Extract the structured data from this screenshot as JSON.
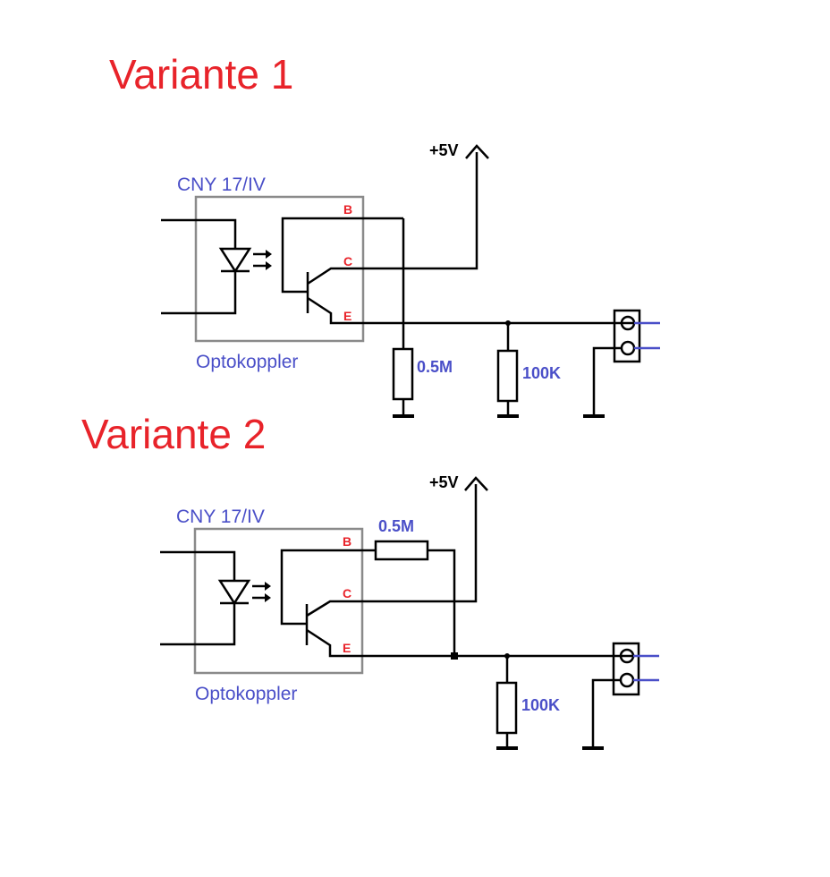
{
  "variant1": {
    "title": "Variante 1",
    "supply": "+5V",
    "chip": "CNY 17/IV",
    "module": "Optokoppler",
    "pin_b": "B",
    "pin_c": "C",
    "pin_e": "E",
    "r_base": "0.5M",
    "r_load": "100K"
  },
  "variant2": {
    "title": "Variante 2",
    "supply": "+5V",
    "chip": "CNY 17/IV",
    "module": "Optokoppler",
    "pin_b": "B",
    "pin_c": "C",
    "pin_e": "E",
    "r_base": "0.5M",
    "r_load": "100K"
  },
  "colors": {
    "title": "#e8232a",
    "label": "#4a4fc8",
    "pin": "#e8232a",
    "wire": "#000000",
    "box": "#8a8a8a"
  }
}
